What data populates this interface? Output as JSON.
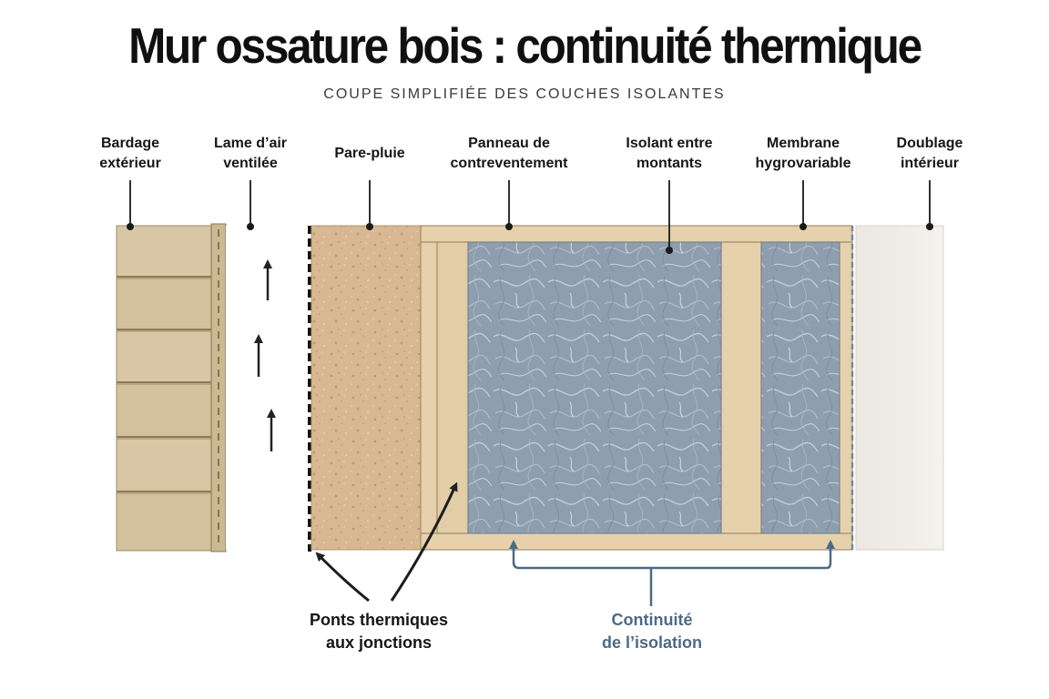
{
  "title": "Mur ossature bois : continuité thermique",
  "subtitle": "COUPE SIMPLIFIÉE DES COUCHES ISOLANTES",
  "layers": [
    {
      "label": "Bardage\nextérieur"
    },
    {
      "label": "Lame d’air\nventilée"
    },
    {
      "label": "Pare-pluie"
    },
    {
      "label": "Panneau de\ncontreventement"
    },
    {
      "label": "Isolant entre\nmontants"
    },
    {
      "label": "Membrane\nhygrovariable"
    },
    {
      "label": "Doublage\nintérieur"
    }
  ],
  "callouts": {
    "thermal_bridges": "Ponts thermiques\naux jonctions",
    "continuity": "Continuité\nde l’isolation"
  },
  "colors": {
    "cladding": "#d8c6a4",
    "osb": "#d7b893",
    "timber": "#e6d1ac",
    "insulation": "#8f9fae",
    "interior_board": "#f1efeb",
    "accent_blue": "#4c6a86",
    "text_dark": "#141414"
  }
}
